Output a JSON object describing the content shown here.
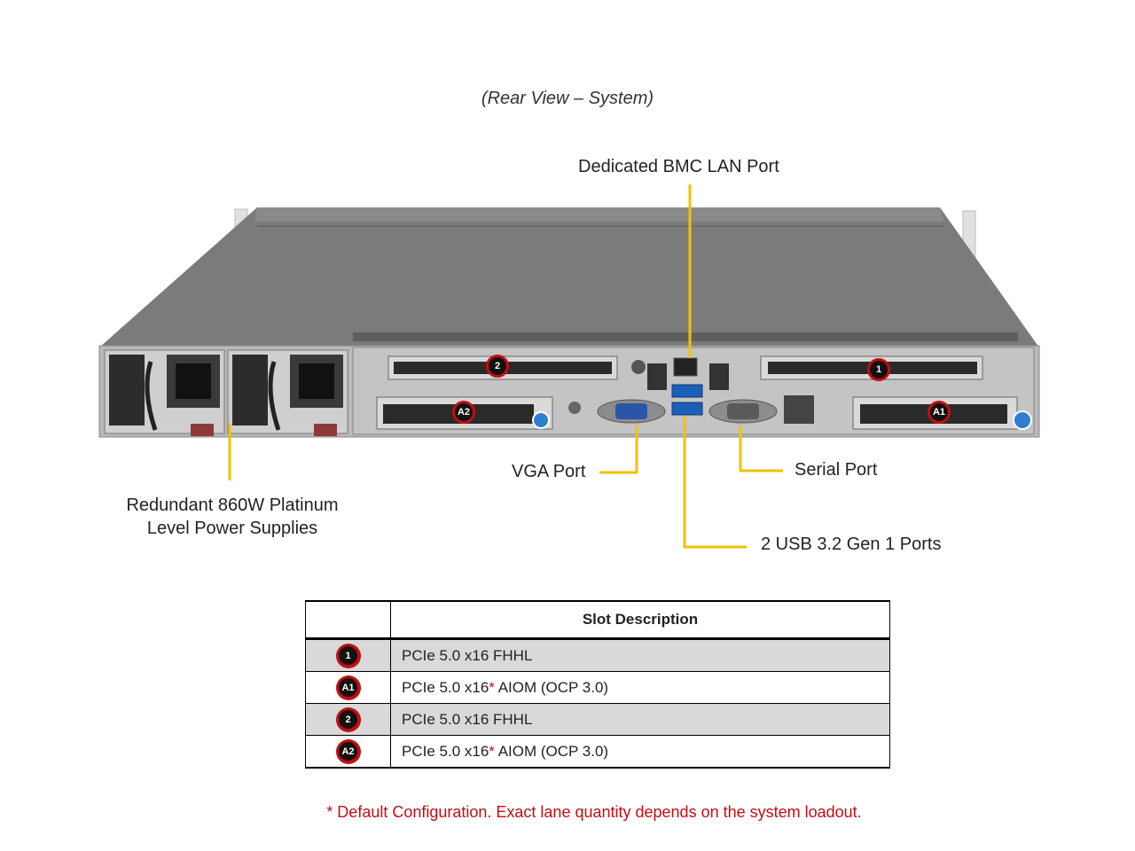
{
  "title": "(Rear View – System)",
  "callouts": {
    "bmc": "Dedicated BMC LAN Port",
    "vga": "VGA Port",
    "serial": "Serial Port",
    "usb": "2 USB 3.2 Gen 1 Ports",
    "psu_line1": "Redundant  860W Platinum",
    "psu_line2": "Level Power Supplies"
  },
  "badges": {
    "slot1": "1",
    "slot2": "2",
    "slotA1": "A1",
    "slotA2": "A2"
  },
  "table": {
    "header_icon": "",
    "header_desc": "Slot Description",
    "rows": [
      {
        "badge": "1",
        "desc": "PCIe 5.0 x16 FHHL",
        "star": "",
        "suffix": ""
      },
      {
        "badge": "A1",
        "desc": "PCIe 5.0 x16",
        "star": "*",
        "suffix": " AIOM (OCP 3.0)"
      },
      {
        "badge": "2",
        "desc": "PCIe 5.0 x16 FHHL",
        "star": "",
        "suffix": ""
      },
      {
        "badge": "A2",
        "desc": "PCIe 5.0 x16",
        "star": "*",
        "suffix": " AIOM (OCP 3.0)"
      }
    ]
  },
  "footnote": "* Default Configuration. Exact lane quantity depends on the system loadout.",
  "colors": {
    "leader": "#f2c200",
    "badge_ring": "#c40d12",
    "chassis_top": "#7a7a7a",
    "chassis_front": "#b9b9b9",
    "footnote": "#c40d12"
  }
}
